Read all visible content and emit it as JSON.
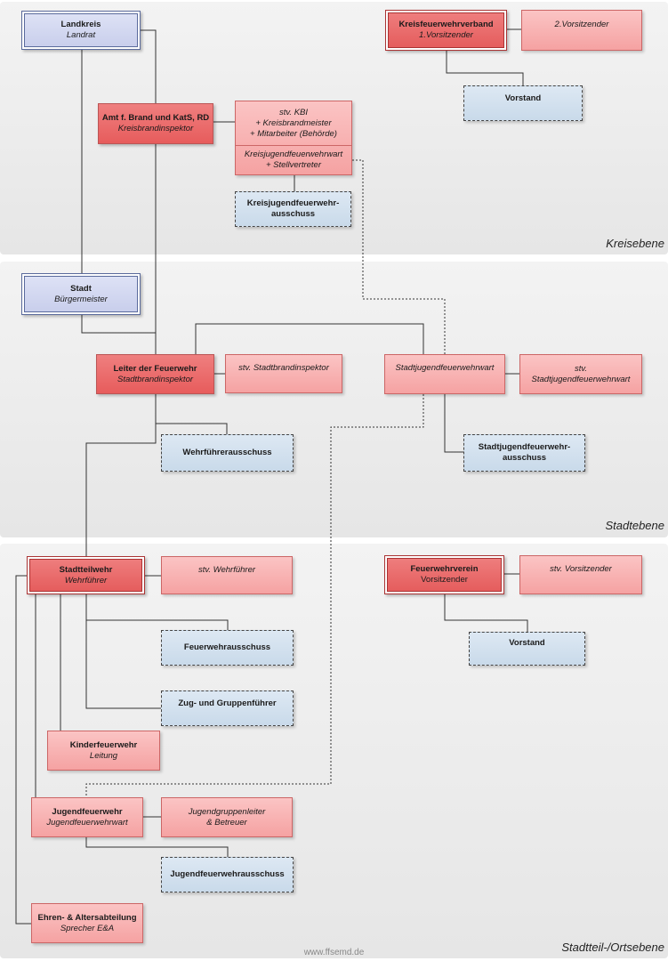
{
  "bands": [
    {
      "label": "Kreisebene"
    },
    {
      "label": "Stadtebene"
    },
    {
      "label": "Stadtteil-/Ortsebene"
    }
  ],
  "kreis": {
    "landkreis": {
      "title": "Landkreis",
      "subtitle": "Landrat"
    },
    "amt": {
      "title": "Amt f. Brand und KatS, RD",
      "subtitle": "Kreisbrandinspektor"
    },
    "stv_kbi": {
      "line1": "stv. KBI",
      "line2": "+ Kreisbrandmeister",
      "line3": "+ Mitarbeiter (Behörde)",
      "line4": "Kreisjugendfeuerwehrwart",
      "line5": "+ Stellvertreter"
    },
    "kjf_ausschuss": {
      "line1": "Kreisjugendfeuerwehr-",
      "line2": "ausschuss"
    },
    "kfv": {
      "title": "Kreisfeuerwehrverband",
      "subtitle": "1.Vorsitzender"
    },
    "kfv_vize": {
      "subtitle": "2.Vorsitzender"
    },
    "kfv_vorstand": {
      "title": "Vorstand"
    }
  },
  "stadt": {
    "stadt": {
      "title": "Stadt",
      "subtitle": "Bürgermeister"
    },
    "leiter": {
      "title": "Leiter der Feuerwehr",
      "subtitle": "Stadtbrandinspektor"
    },
    "stv_sbi": {
      "subtitle": "stv. Stadtbrandinspektor"
    },
    "sjfw": {
      "subtitle": "Stadtjugendfeuerwehrwart"
    },
    "stv_sjfw": {
      "line1": "stv.",
      "line2": "Stadtjugendfeuerwehrwart"
    },
    "wehrfuehrer_ausschuss": {
      "title": "Wehrführerausschuss"
    },
    "sjf_ausschuss": {
      "line1": "Stadtjugendfeuerwehr-",
      "line2": "ausschuss"
    }
  },
  "ort": {
    "stadtteilwehr": {
      "title": "Stadtteilwehr",
      "subtitle": "Wehrführer"
    },
    "stv_wf": {
      "subtitle": "stv. Wehrführer"
    },
    "feuerwehrausschuss": {
      "title": "Feuerwehrausschuss"
    },
    "zug": {
      "title": "Zug- und Gruppenführer"
    },
    "kinder": {
      "title": "Kinderfeuerwehr",
      "subtitle": "Leitung"
    },
    "jugend": {
      "title": "Jugendfeuerwehr",
      "subtitle": "Jugendfeuerwehrwart"
    },
    "jugendleiter": {
      "line1": "Jugendgruppenleiter",
      "line2": "& Betreuer"
    },
    "jf_ausschuss": {
      "title": "Jugendfeuerwehrausschuss"
    },
    "ehren": {
      "title": "Ehren- & Altersabteilung",
      "subtitle": "Sprecher E&A"
    },
    "verein": {
      "title": "Feuerwehrverein",
      "subtitle": "Vorsitzender"
    },
    "stv_vors": {
      "subtitle": "stv. Vorsitzender"
    },
    "verein_vorstand": {
      "title": "Vorstand"
    }
  },
  "footer": {
    "watermark": "www.ffsemd.de"
  },
  "colors": {
    "blue_box": "#c7cdeb",
    "red_dark": "#e75c5c",
    "red_light": "#f5a2a2",
    "blue_dash": "#c9daea"
  }
}
